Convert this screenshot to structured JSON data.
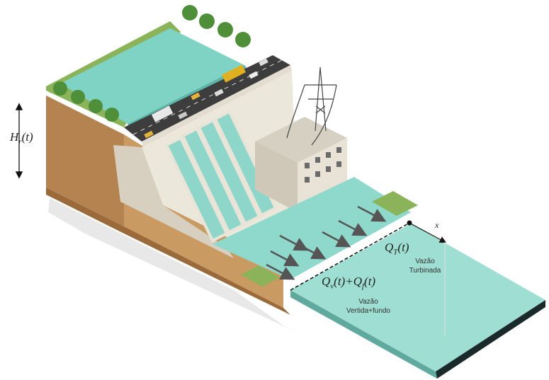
{
  "labels": {
    "head": {
      "base": "H",
      "sub": "r",
      "arg": "(t)"
    },
    "turbined_flow": {
      "base": "Q",
      "sub": "T",
      "arg": "(t)"
    },
    "spill_flow": {
      "base1": "Q",
      "sub1": "v",
      "mid": "(t)+",
      "base2": "Q",
      "sub2": "f",
      "arg": "(t)"
    },
    "turbined_caption_1": "Vazão",
    "turbined_caption_2": "Turbinada",
    "spill_caption_1": "Vazão",
    "spill_caption_2": "Vertida+fundo",
    "axis_x": "x"
  },
  "colors": {
    "water": "#7fcfc3",
    "water_dark": "#5fb5aa",
    "concrete": "#e9e4d8",
    "concrete_shadow": "#cfc8b8",
    "soil": "#b07a45",
    "grass": "#7fa64a",
    "road": "#3b3b3b",
    "tree": "#4f8f3a"
  },
  "flow_arrows_count": 7
}
